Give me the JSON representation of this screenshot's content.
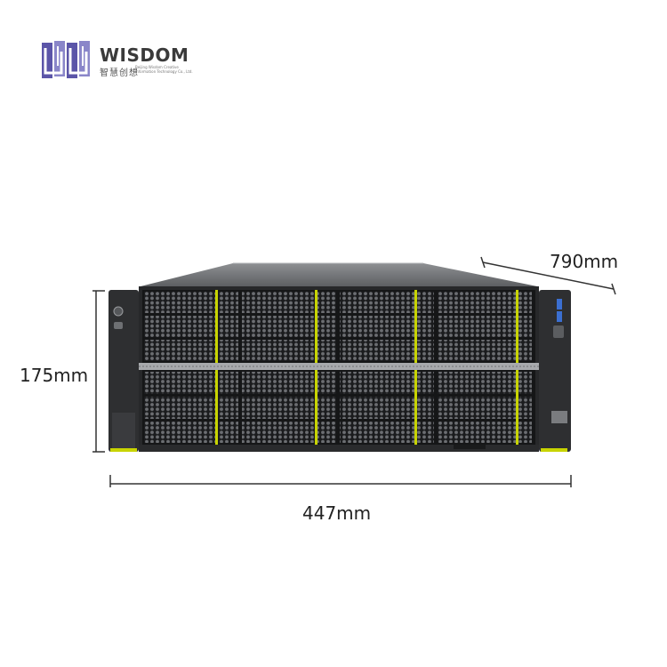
{
  "brand": {
    "name": "WISDOM",
    "chinese_name": "智慧创想",
    "english_subtitle": "Beijing Wisdom Creative Information Technology Co., Ltd."
  },
  "dimensions": {
    "width": "447mm",
    "height": "175mm",
    "depth": "790mm"
  },
  "colors": {
    "logo_purple": "#5b55a8",
    "bezel_dark": "#2e2f31",
    "drive_latch_yellow": "#c8d400"
  }
}
